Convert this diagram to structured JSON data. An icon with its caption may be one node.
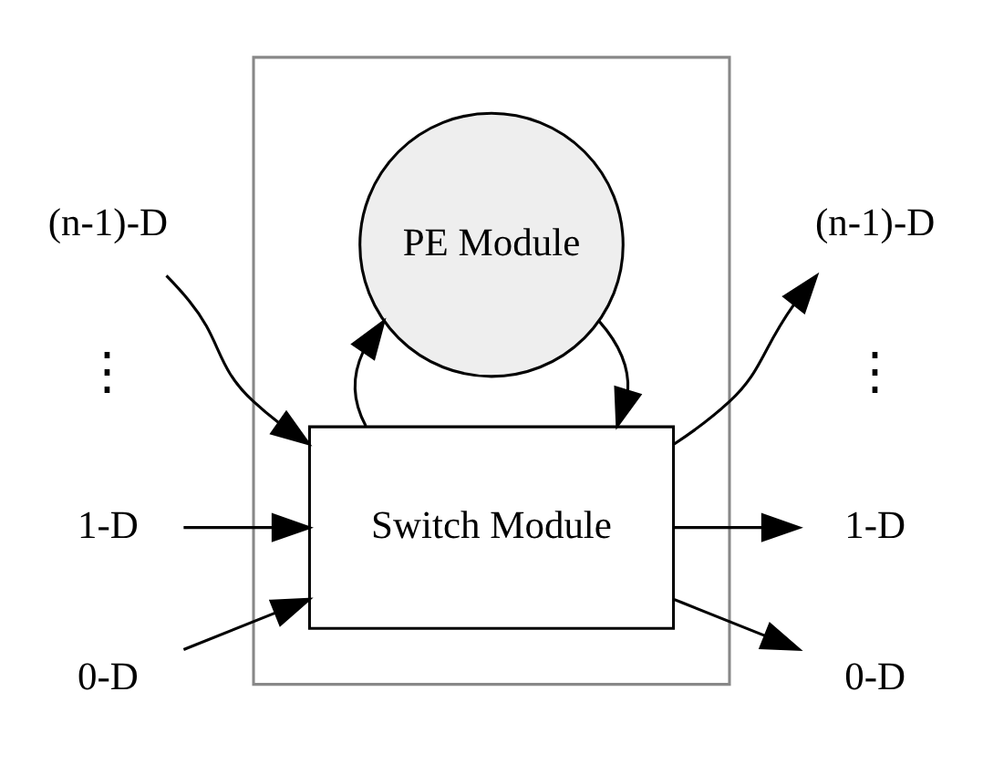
{
  "diagram": {
    "nodes": [
      {
        "text": [],
        "shape": "box"
      },
      {
        "text": [
          "PE Module"
        ],
        "in": 0
      },
      {
        "text": [
          "Switch Module"
        ],
        "in": 0
      },
      {
        "text": [
          "(n-1)-D"
        ]
      },
      {
        "text": [
          "1-D"
        ]
      },
      {
        "text": [
          "0-D"
        ]
      },
      {
        "text": [
          "(n-1)-D"
        ]
      },
      {
        "text": [
          "1-D"
        ]
      },
      {
        "text": [
          "0-D"
        ]
      }
    ],
    "edges": [
      {
        "from": 1,
        "to": 2,
        "arrow": "to"
      },
      {
        "from": 2,
        "to": 1,
        "arrow": "to"
      },
      {
        "from": 3,
        "to": 2,
        "arrow": "to"
      },
      {
        "from": 4,
        "to": 2,
        "arrow": "to"
      },
      {
        "from": 5,
        "to": 2,
        "arrow": "to"
      },
      {
        "from": 2,
        "to": 6,
        "arrow": "to"
      },
      {
        "from": 2,
        "to": 7,
        "arrow": "to"
      },
      {
        "from": 2,
        "to": 8,
        "arrow": "to"
      }
    ],
    "labels": [
      "⋮",
      "⋮"
    ]
  }
}
